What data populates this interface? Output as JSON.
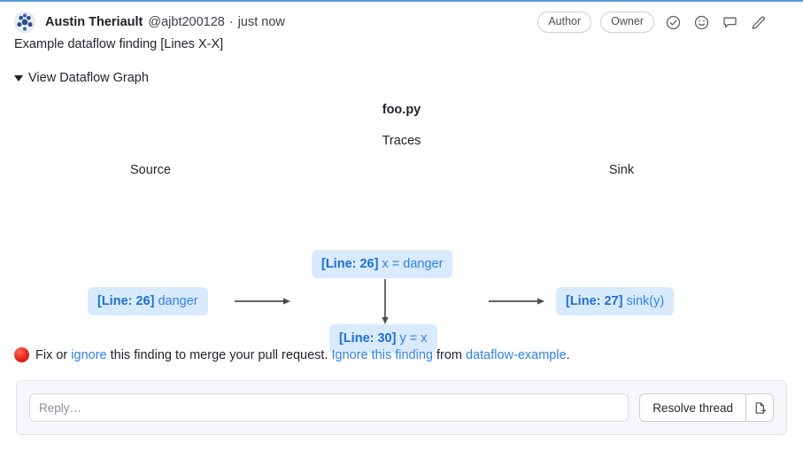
{
  "header": {
    "avatar_name": "user-avatar",
    "author": "Austin Theriault",
    "handle": "@ajbt200128",
    "separator": "·",
    "timestamp": "just now",
    "badges": [
      "Author",
      "Owner"
    ],
    "icons": [
      "check-circle-icon",
      "smiley-reaction-icon",
      "quote-reply-icon",
      "edit-pencil-icon",
      "kebab-menu-icon"
    ]
  },
  "comment": {
    "text": "Example dataflow finding [Lines X-X]",
    "disclosure_label": "View Dataflow Graph"
  },
  "graph": {
    "file_title": "foo.py",
    "traces_title": "Traces",
    "source_label": "Source",
    "sink_label": "Sink",
    "nodes": {
      "source": {
        "line": "[Line: 26]",
        "code": "danger"
      },
      "trace1": {
        "line": "[Line: 26]",
        "code": "x = danger"
      },
      "trace2": {
        "line": "[Line: 30]",
        "code": "y = x"
      },
      "sink": {
        "line": "[Line: 27]",
        "code": "sink(y)"
      }
    },
    "node_bg": "#d9eafd",
    "node_text_color": "#2f80ed",
    "arrows": [
      "source-to-trace1",
      "trace1-to-trace2",
      "trace2-to-sink"
    ]
  },
  "status": {
    "prefix": "Fix or ",
    "link_ignore": "ignore",
    "middle": " this finding to merge your pull request. ",
    "link_ignore_finding": "Ignore this finding",
    "from_word": " from ",
    "link_project": "dataflow-example",
    "period": ".",
    "dot_color": "#e8241c",
    "link_color": "#2f80ed"
  },
  "reply": {
    "placeholder": "Reply…",
    "value": "",
    "resolve_label": "Resolve thread",
    "attach_icon": "add-file-icon"
  },
  "theme": {
    "top_rule_color": "#569bd8",
    "background": "#ffffff"
  }
}
